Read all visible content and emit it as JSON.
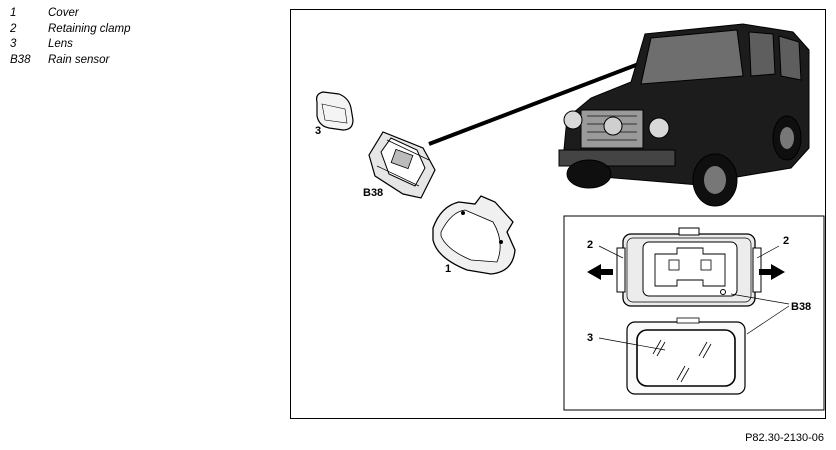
{
  "legend": [
    {
      "num": "1",
      "text": "Cover"
    },
    {
      "num": "2",
      "text": "Retaining clamp"
    },
    {
      "num": "3",
      "text": "Lens"
    },
    {
      "num": "B38",
      "text": "Rain sensor"
    }
  ],
  "diagram": {
    "labels": {
      "lens": "3",
      "sensor": "B38",
      "cover": "1",
      "clamp_left": "2",
      "clamp_right": "2",
      "detail_sensor": "B38",
      "detail_lens": "3"
    }
  },
  "reference_code": "P82.30-2130-06"
}
